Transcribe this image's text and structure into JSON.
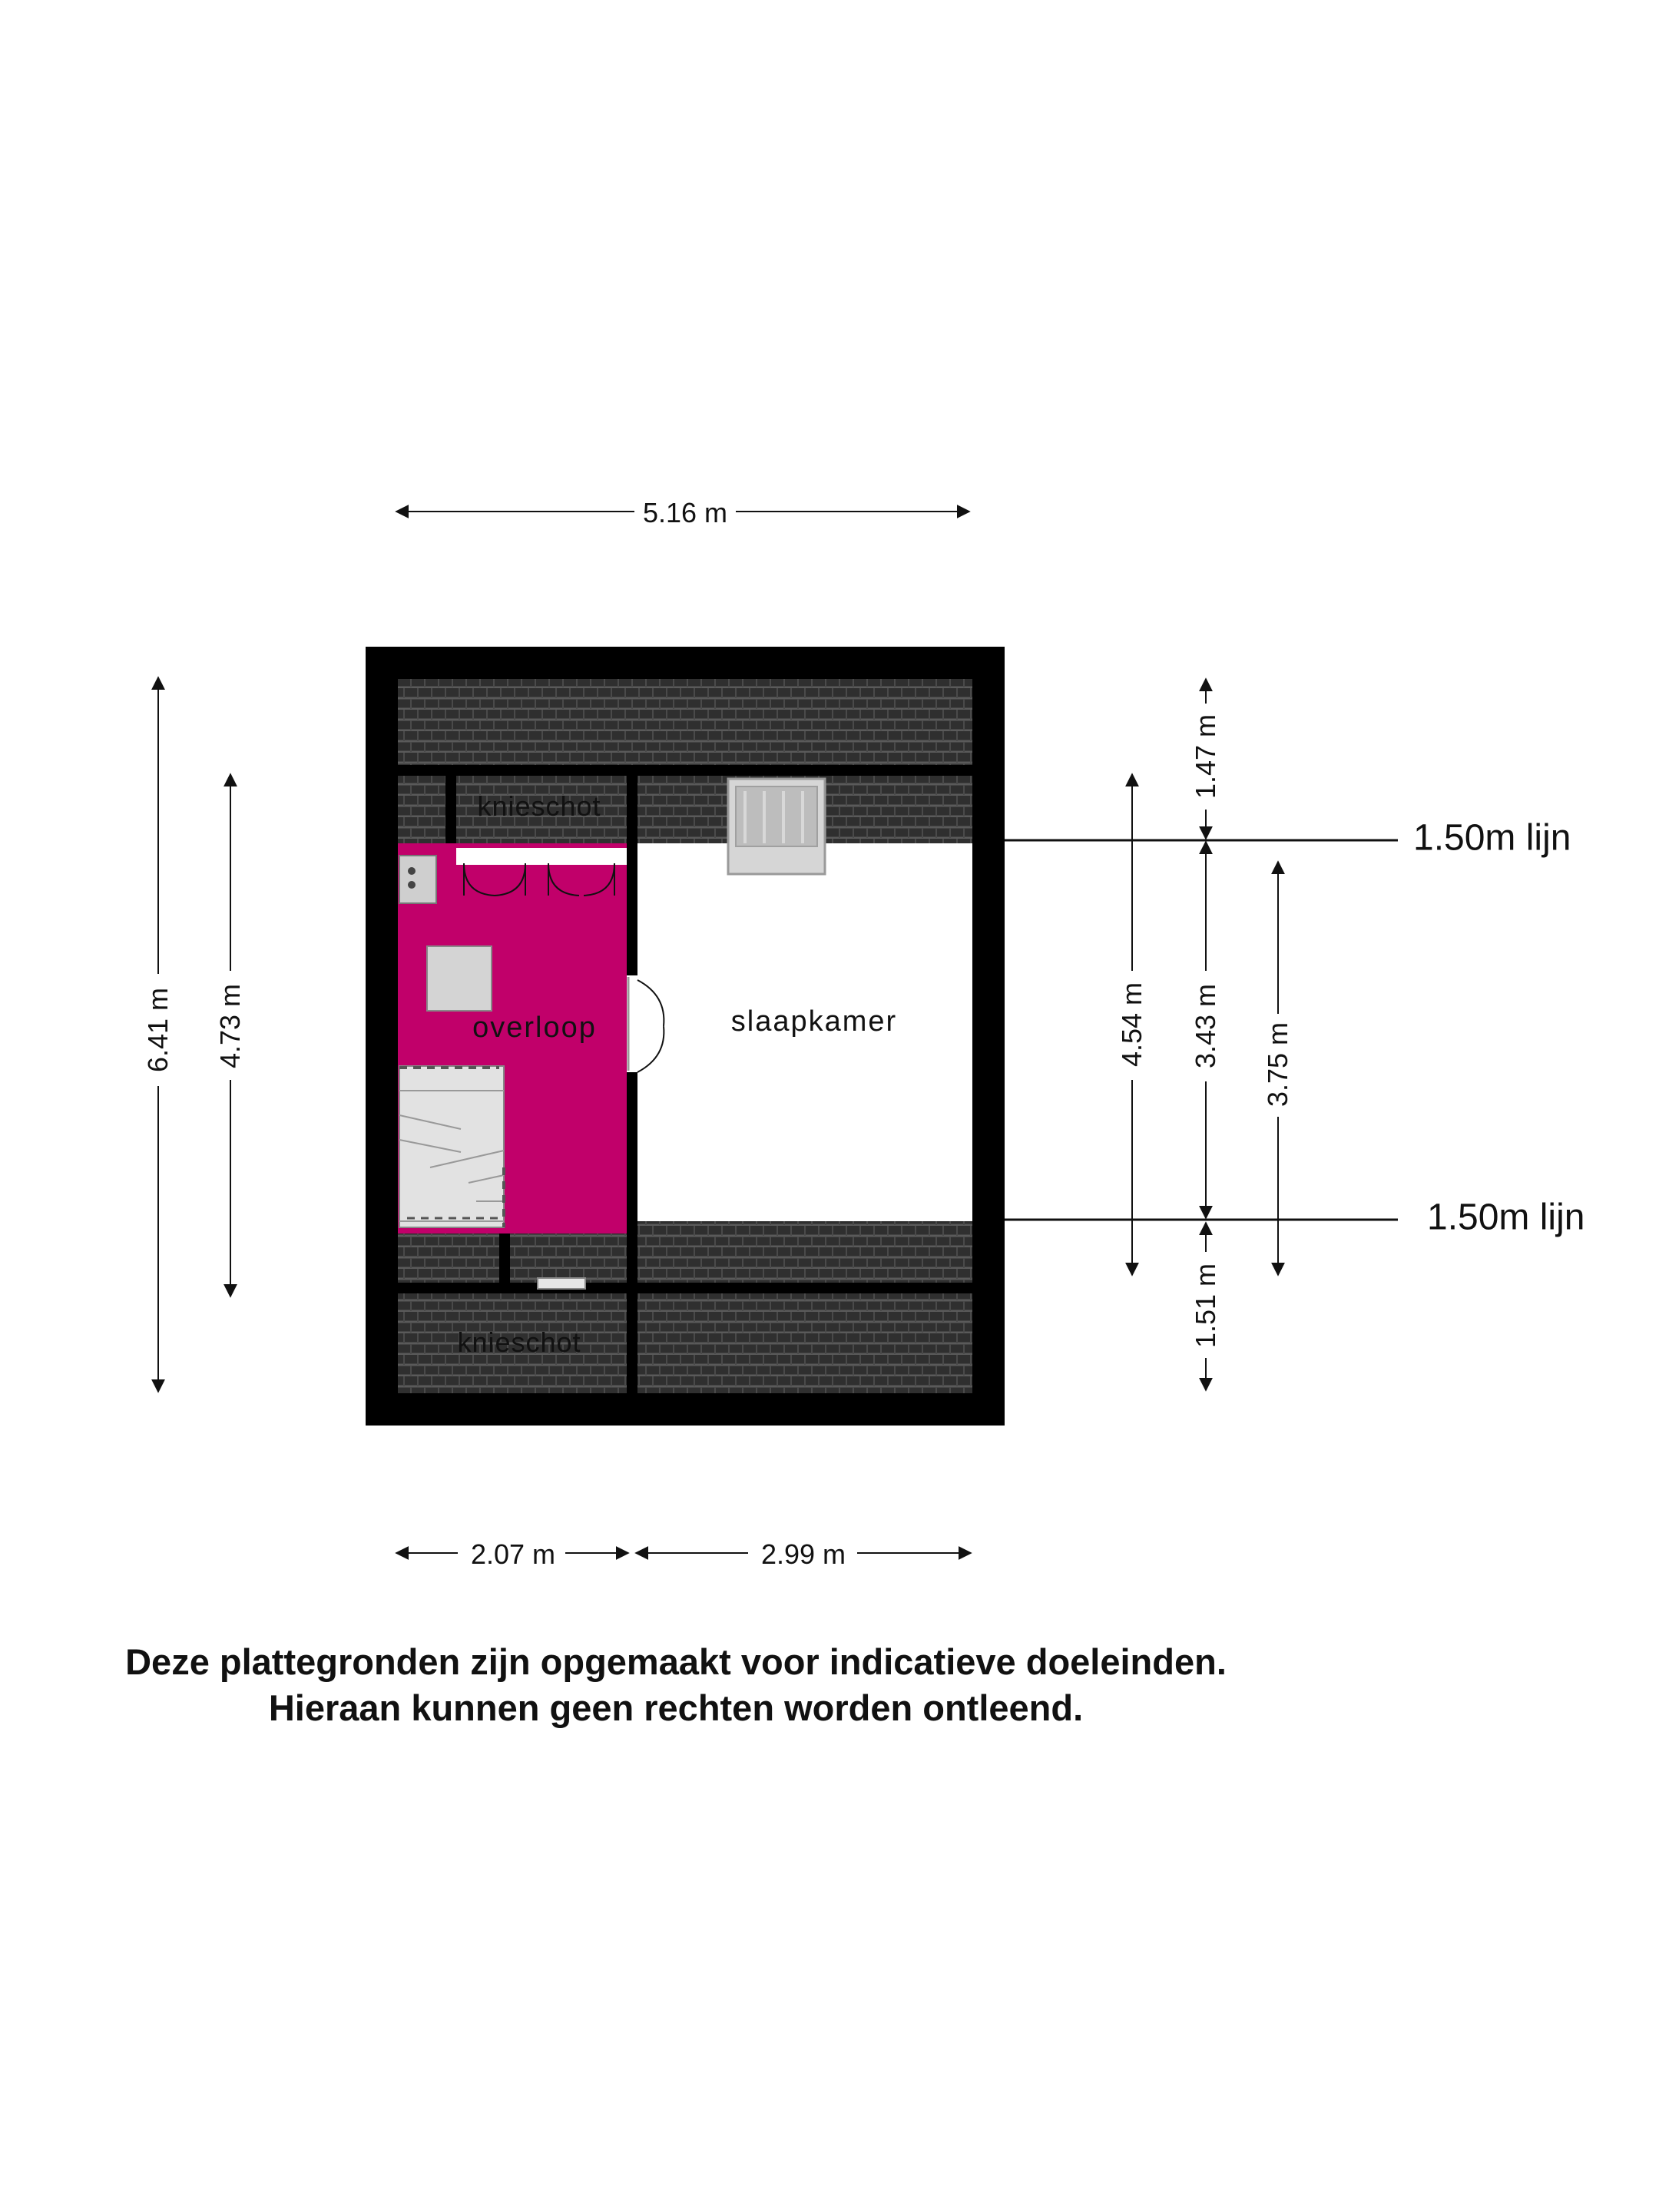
{
  "rooms": {
    "overloop": "overloop",
    "slaapkamer": "slaapkamer",
    "knieschot_top": "knieschot",
    "knieschot_bottom": "knieschot"
  },
  "dimensions": {
    "total_width": "5.16 m",
    "width_left": "2.07 m",
    "width_right": "2.99 m",
    "total_depth": "6.41 m",
    "depth_inner": "4.73 m",
    "right_4_54": "4.54 m",
    "right_1_47": "1.47 m",
    "right_3_43": "3.43 m",
    "right_1_51": "1.51 m",
    "right_3_75": "3.75 m"
  },
  "height_lines": {
    "top": "1.50m  lijn",
    "bottom": "1.50m  lijn"
  },
  "disclaimer": {
    "line1": "Deze plattegronden zijn opgemaakt voor indicatieve doeleinden.",
    "line2": "Hieraan kunnen geen rechten worden ontleend."
  },
  "colors": {
    "overloop": "#c1006a",
    "walls": "#000000",
    "roof_tiles": "#2f2f2f",
    "stairs": "#dcdcdc"
  }
}
